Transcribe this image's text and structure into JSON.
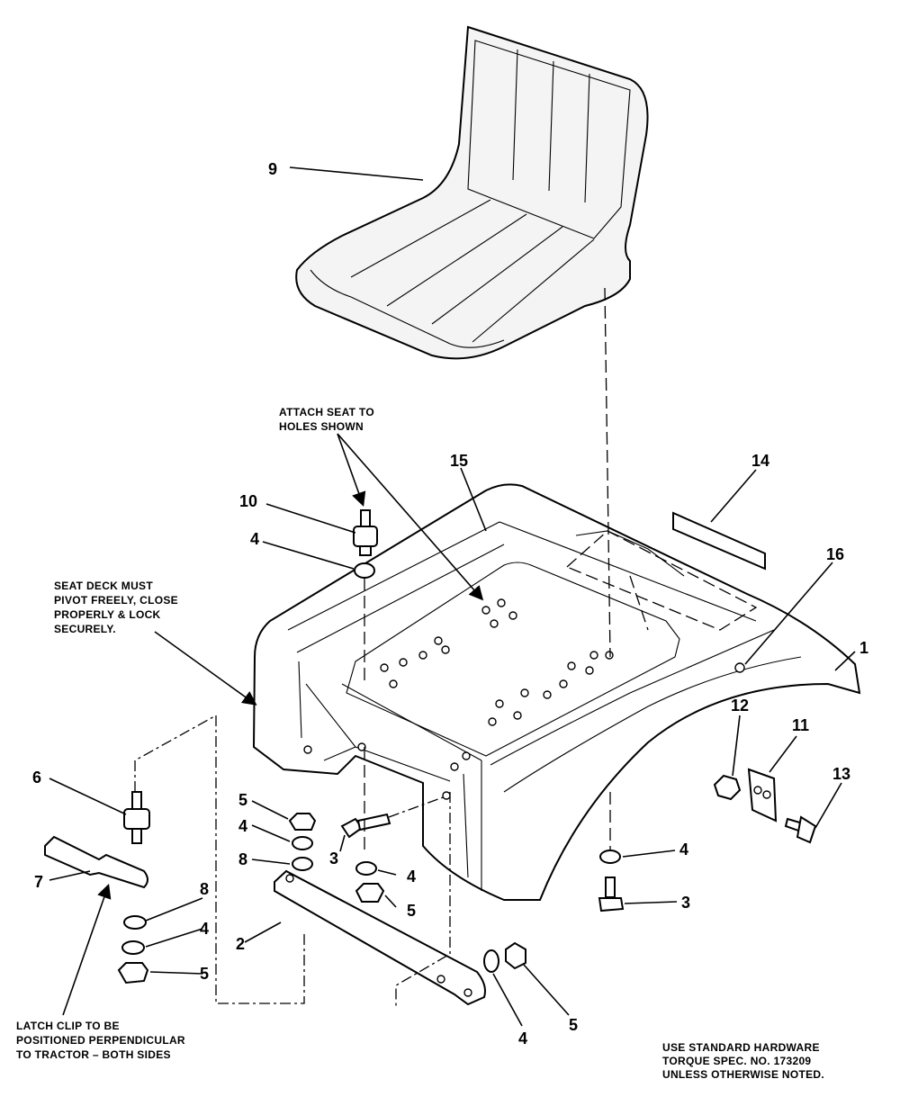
{
  "callouts": {
    "c1": "1",
    "c2": "2",
    "c3a": "3",
    "c3b": "3",
    "c4a": "4",
    "c4b": "4",
    "c4c": "4",
    "c4d": "4",
    "c4e": "4",
    "c4f": "4",
    "c5a": "5",
    "c5b": "5",
    "c5c": "5",
    "c5d": "5",
    "c6": "6",
    "c7": "7",
    "c8a": "8",
    "c8b": "8",
    "c9": "9",
    "c10": "10",
    "c11": "11",
    "c12": "12",
    "c13": "13",
    "c14": "14",
    "c15": "15",
    "c16": "16"
  },
  "notes": {
    "attach_seat": [
      "ATTACH SEAT TO",
      "HOLES SHOWN"
    ],
    "seat_deck": [
      "SEAT DECK MUST",
      "PIVOT FREELY, CLOSE",
      "PROPERLY & LOCK",
      "SECURELY."
    ],
    "latch_clip": [
      "LATCH CLIP TO BE",
      "POSITIONED PERPENDICULAR",
      "TO TRACTOR – BOTH SIDES"
    ],
    "hardware": [
      "USE STANDARD HARDWARE",
      "TORQUE SPEC. NO. 173209",
      "UNLESS OTHERWISE NOTED."
    ]
  }
}
